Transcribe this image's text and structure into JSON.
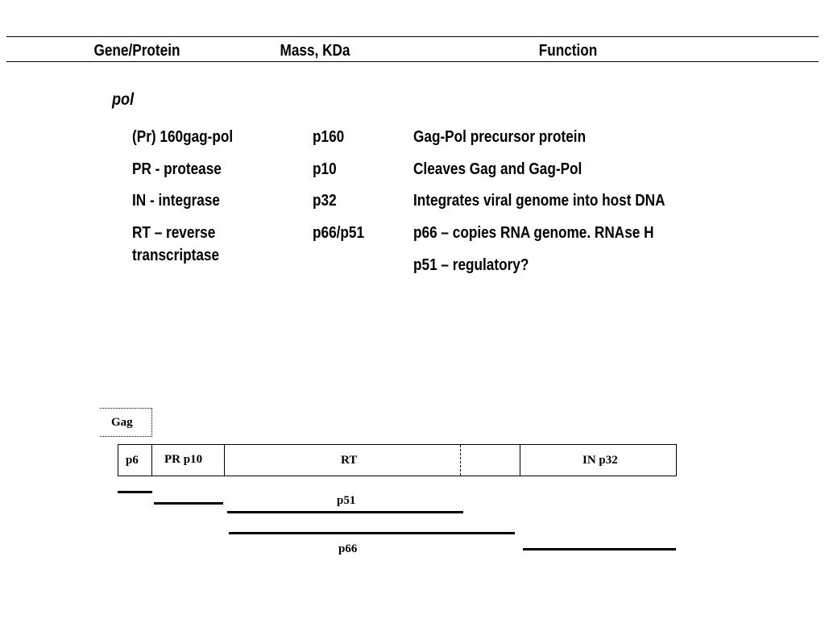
{
  "table": {
    "headers": {
      "gene": "Gene/Protein",
      "mass": "Mass, KDa",
      "function": "Function"
    },
    "section": "pol",
    "rows": [
      {
        "gene": "(Pr) 160gag-pol",
        "mass": "p160",
        "function": "Gag-Pol precursor protein"
      },
      {
        "gene": "PR - protease",
        "mass": "p10",
        "function": "Cleaves Gag and Gag-Pol"
      },
      {
        "gene": "IN - integrase",
        "mass": "p32",
        "function": "Integrates viral genome into host DNA"
      },
      {
        "gene_line1": "RT – reverse",
        "gene_line2": "transcriptase",
        "mass": "p66/p51",
        "function_line1": "p66 – copies RNA genome. RNAse H",
        "function_line2": "p51 – regulatory?"
      }
    ]
  },
  "diagram": {
    "gag_label": "Gag",
    "segments": {
      "p6": "p6",
      "pr": "PR p10",
      "rt": "RT",
      "in": "IN p32"
    },
    "bars": {
      "p51": "p51",
      "p66": "p66"
    }
  }
}
